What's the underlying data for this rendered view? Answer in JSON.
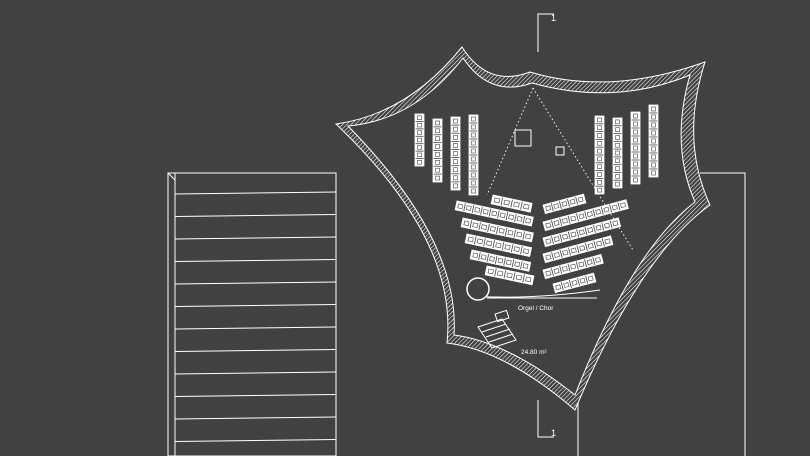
{
  "plan": {
    "section_marker_top": "1",
    "section_marker_bottom": "1",
    "choir_label": "Orgel / Chor",
    "area_label": "24.80 m²"
  },
  "colors": {
    "background": "#414141",
    "line": "#ffffff"
  }
}
